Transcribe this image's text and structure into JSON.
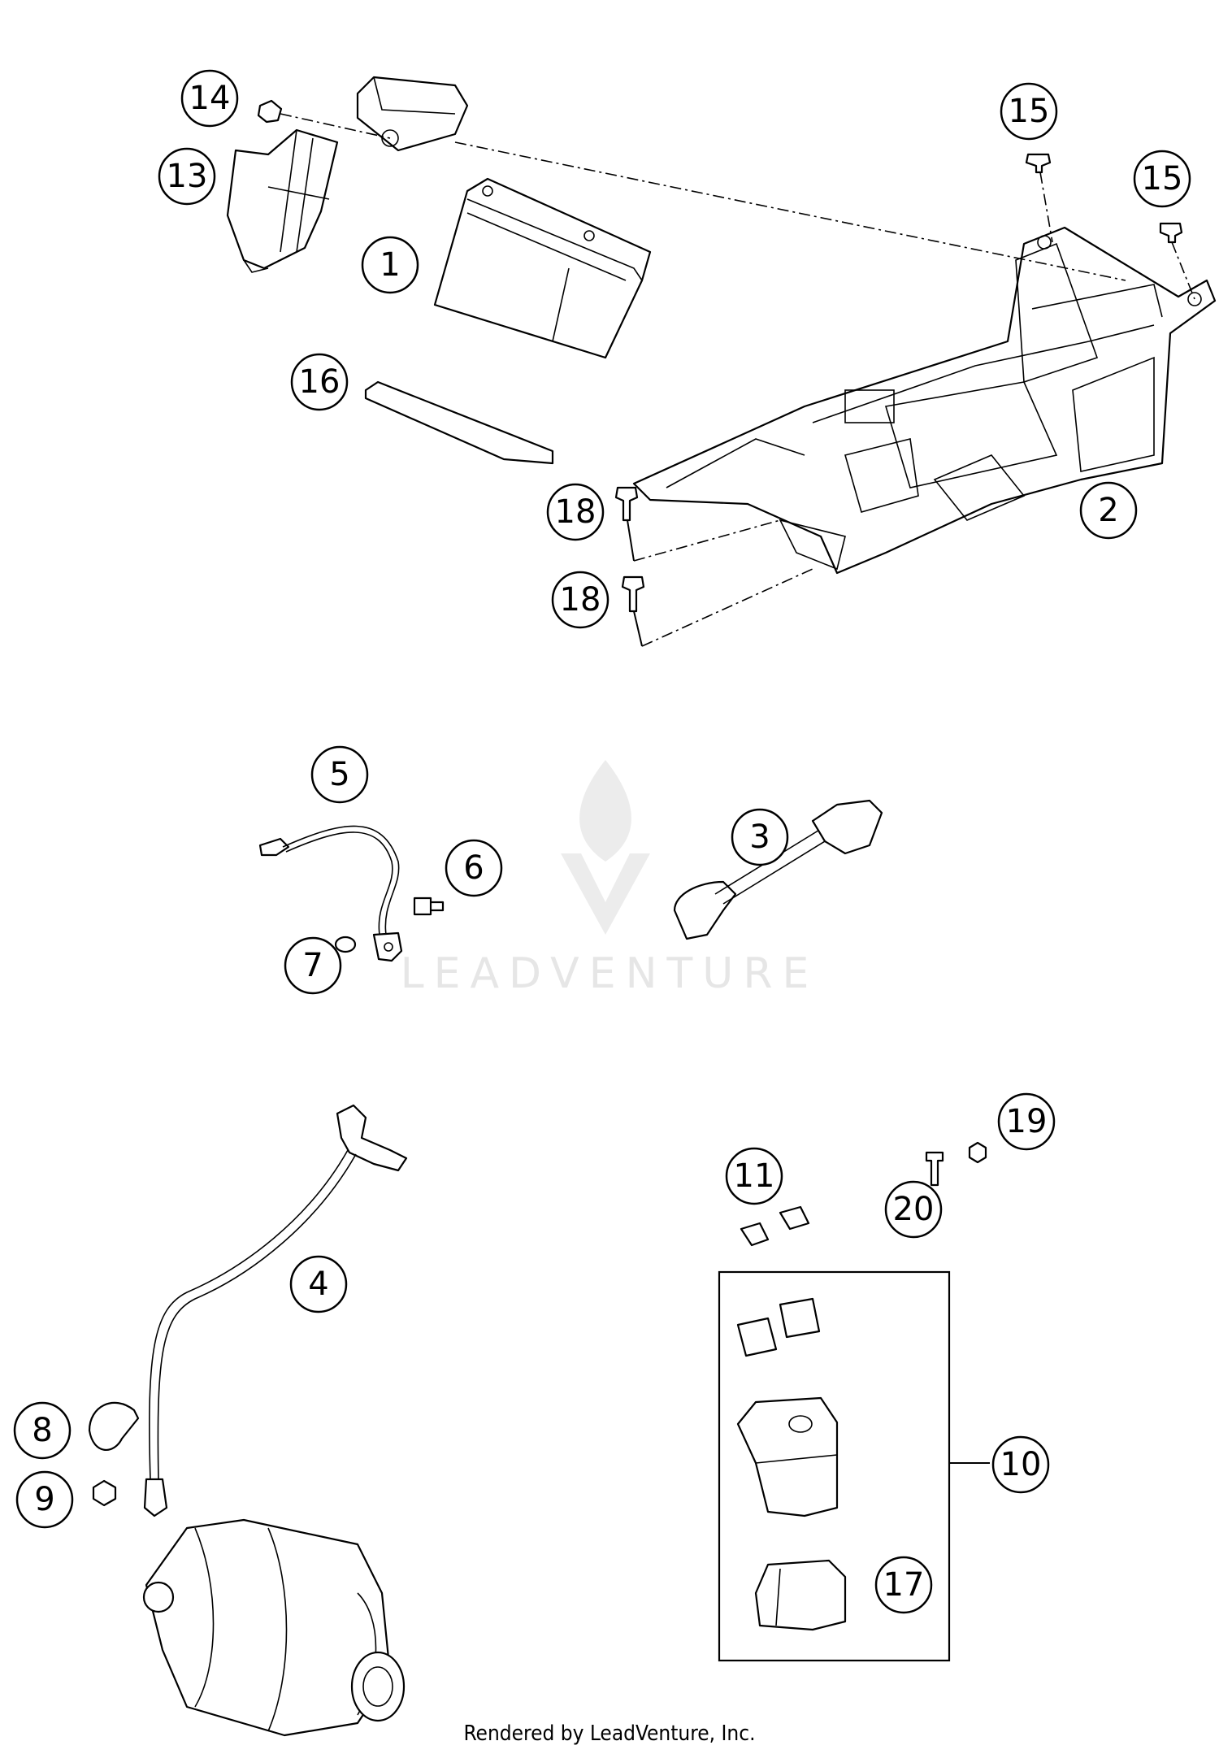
{
  "footer_text": "Rendered by LeadVenture, Inc.",
  "watermark": {
    "text": "LEADVENTURE",
    "color": "#e6e6e6"
  },
  "callouts": [
    {
      "id": "1",
      "label": "1"
    },
    {
      "id": "2",
      "label": "2"
    },
    {
      "id": "3",
      "label": "3"
    },
    {
      "id": "4",
      "label": "4"
    },
    {
      "id": "5",
      "label": "5"
    },
    {
      "id": "6",
      "label": "6"
    },
    {
      "id": "7",
      "label": "7"
    },
    {
      "id": "8",
      "label": "8"
    },
    {
      "id": "9",
      "label": "9"
    },
    {
      "id": "10",
      "label": "10"
    },
    {
      "id": "11",
      "label": "11"
    },
    {
      "id": "13",
      "label": "13"
    },
    {
      "id": "14",
      "label": "14"
    },
    {
      "id": "15a",
      "label": "15"
    },
    {
      "id": "15b",
      "label": "15"
    },
    {
      "id": "16",
      "label": "16"
    },
    {
      "id": "17",
      "label": "17"
    },
    {
      "id": "18a",
      "label": "18"
    },
    {
      "id": "18b",
      "label": "18"
    },
    {
      "id": "19",
      "label": "19"
    },
    {
      "id": "20",
      "label": "20"
    }
  ]
}
